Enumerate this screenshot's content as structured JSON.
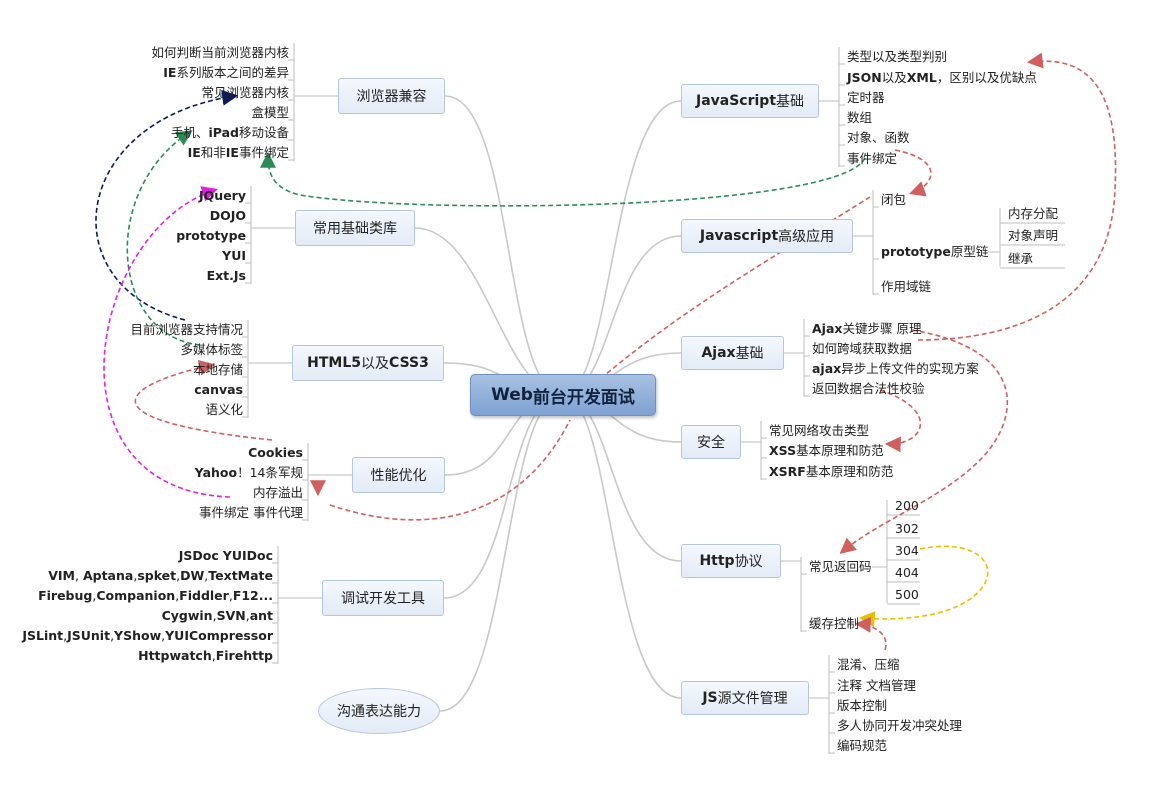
{
  "center": "Web前台开发面试",
  "left": [
    {
      "title": "浏览器兼容",
      "items": [
        "如何判断当前浏览器内核",
        "IE系列版本之间的差异",
        "常见浏览器内核",
        "盒模型",
        "手机、iPad移动设备",
        "IE和非IE事件绑定"
      ]
    },
    {
      "title": "常用基础类库",
      "items": [
        "JQuery",
        "DOJO",
        "prototype",
        "YUI",
        "Ext.Js"
      ]
    },
    {
      "title": "HTML5以及CSS3",
      "items": [
        "目前浏览器支持情况",
        "多媒体标签",
        "本地存储",
        "canvas",
        "语义化"
      ]
    },
    {
      "title": "性能优化",
      "items": [
        "Cookies",
        "Yahoo！14条军规",
        "内存溢出",
        "事件绑定 事件代理"
      ]
    },
    {
      "title": "调试开发工具",
      "items": [
        "JSDoc YUIDoc",
        "VIM, Aptana,spket,DW,TextMate",
        "Firebug,Companion,Fiddler,F12...",
        "Cygwin,SVN,ant",
        "JSLint,JSUnit,YShow,YUICompressor",
        "Httpwatch,Firehttp"
      ]
    },
    {
      "title": "沟通表达能力",
      "items": []
    }
  ],
  "right": [
    {
      "title": "JavaScript基础",
      "items": [
        "类型以及类型判别",
        "JSON以及XML，区别以及优缺点",
        "定时器",
        "数组",
        "对象、函数",
        "事件绑定"
      ]
    },
    {
      "title": "Javascript高级应用",
      "items": [
        "闭包",
        "prototype原型链",
        "作用域链"
      ],
      "sub": [
        "内存分配",
        "对象声明",
        "继承"
      ]
    },
    {
      "title": "Ajax 基础",
      "items": [
        "Ajax关键步骤 原理",
        "如何跨域获取数据",
        "ajax异步上传文件的实现方案",
        "返回数据合法性校验"
      ]
    },
    {
      "title": "安全",
      "items": [
        "常见网络攻击类型",
        "XSS基本原理和防范",
        "XSRF基本原理和防范"
      ]
    },
    {
      "title": "Http协议",
      "items": [
        "常见返回码",
        "缓存控制"
      ],
      "sub": [
        "200",
        "302",
        "304",
        "404",
        "500"
      ]
    },
    {
      "title": "JS源文件管理",
      "items": [
        "混淆、压缩",
        "注释 文档管理",
        "版本控制",
        "多人协同开发冲突处理",
        "编码规范"
      ]
    }
  ]
}
